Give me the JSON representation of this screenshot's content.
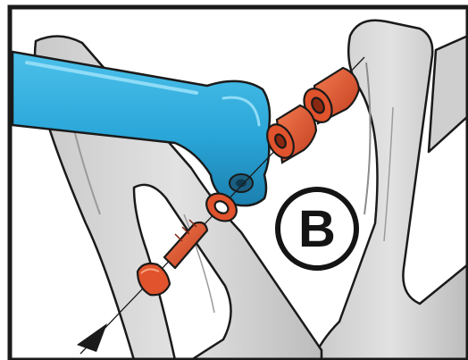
{
  "step": {
    "label": "B"
  },
  "colors": {
    "frame_gray": "#d9d9d9",
    "frame_shadow": "#a9a9a9",
    "link_blue": "#2aa6d8",
    "link_blue_dark": "#1b7fae",
    "part_orange": "#e0532c",
    "part_orange_dark": "#a8331a",
    "outline": "#1a1a1a",
    "background": "#ffffff"
  },
  "parts": [
    {
      "name": "blue-linkage-arm"
    },
    {
      "name": "gray-rear-frame"
    },
    {
      "name": "orange-bearing-spacer"
    },
    {
      "name": "orange-bearing-bushing"
    },
    {
      "name": "orange-washer"
    },
    {
      "name": "orange-pivot-bolt"
    }
  ],
  "icons": [
    "step-b-badge-icon",
    "assembly-arrow-icon",
    "alignment-line-icon"
  ]
}
